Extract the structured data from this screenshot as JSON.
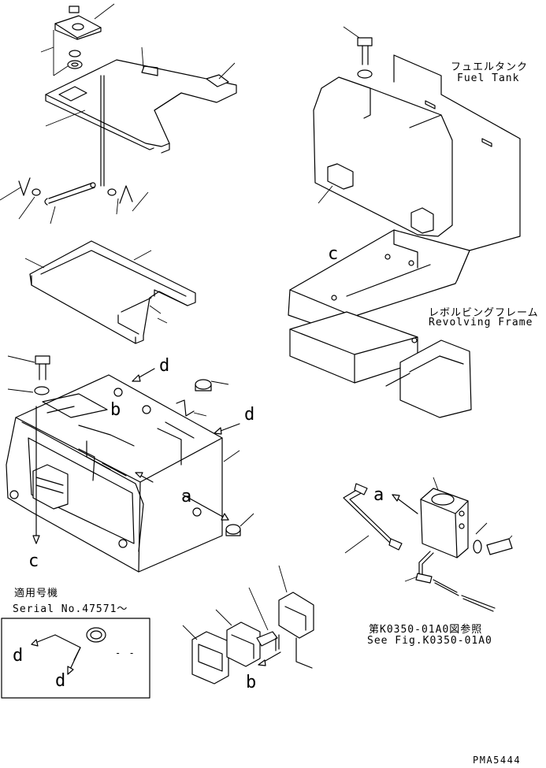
{
  "labels": {
    "fuel_tank_jp": "フュエルタンク",
    "fuel_tank_en": "Fuel Tank",
    "frame_jp": "レボルビングフレーム",
    "frame_en": "Revolving Frame",
    "serial_jp": "適用号機",
    "serial_en": "Serial No.47571～",
    "see_fig_jp": "第K0350-01A0図参照",
    "see_fig_en": "See Fig.K0350-01A0",
    "page_code": "PMA5444",
    "dash": "- -"
  },
  "callouts": {
    "a_box": "a",
    "a_filter": "a",
    "b_box": "b",
    "b_lamp": "b",
    "c_tank": "c",
    "c_box": "c",
    "d_top": "d",
    "d_right": "d",
    "d_detail_left": "d",
    "d_detail_bottom": "d"
  }
}
